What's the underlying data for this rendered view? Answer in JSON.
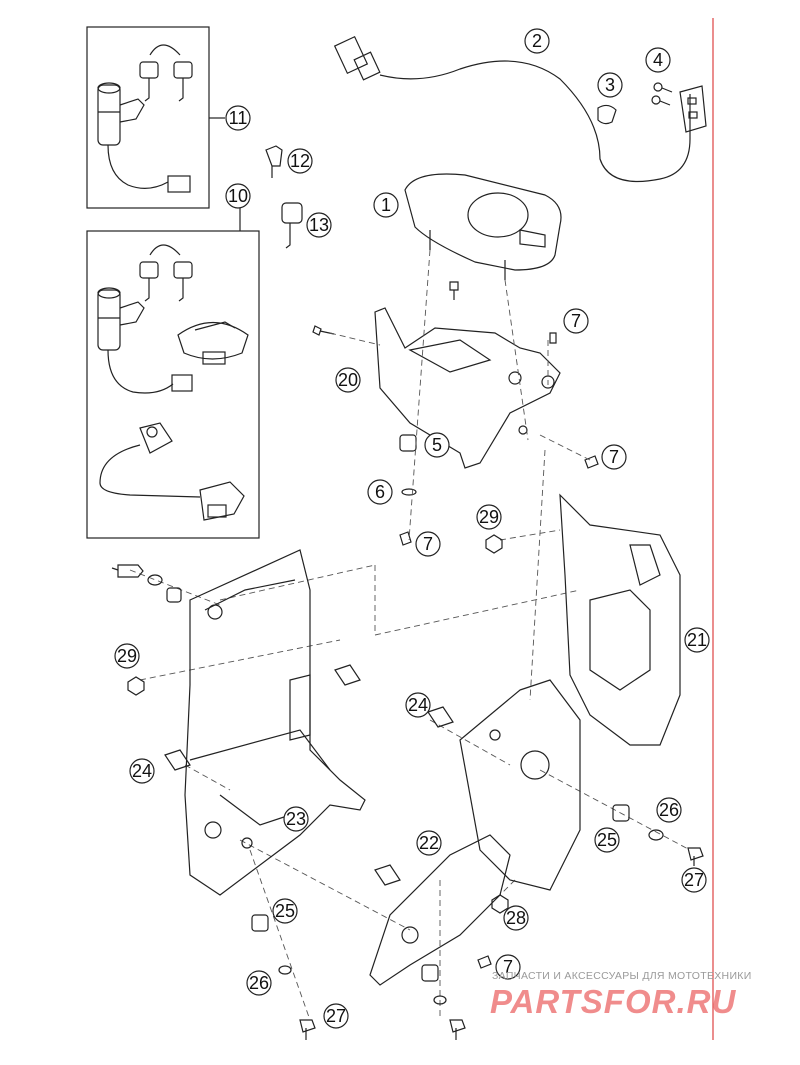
{
  "callouts": {
    "c1": "1",
    "c2": "2",
    "c3": "3",
    "c4": "4",
    "c5": "5",
    "c6": "6",
    "c7a": "7",
    "c7b": "7",
    "c7c": "7",
    "c7d": "7",
    "c10": "10",
    "c11": "11",
    "c12": "12",
    "c13": "13",
    "c20": "20",
    "c21": "21",
    "c22": "22",
    "c23": "23",
    "c24a": "24",
    "c24b": "24",
    "c25a": "25",
    "c25b": "25",
    "c26a": "26",
    "c26b": "26",
    "c27a": "27",
    "c27b": "27",
    "c28": "28",
    "c29a": "29",
    "c29b": "29"
  },
  "watermark": {
    "tagline": "ЗАПЧАСТИ И АКСЕССУАРЫ ДЛЯ МОТОТЕХНИКИ",
    "logo": "PARTSFOR.RU"
  },
  "colors": {
    "line": "#222222",
    "margin_line": "#e05050",
    "watermark_logo": "#f08c8c"
  }
}
